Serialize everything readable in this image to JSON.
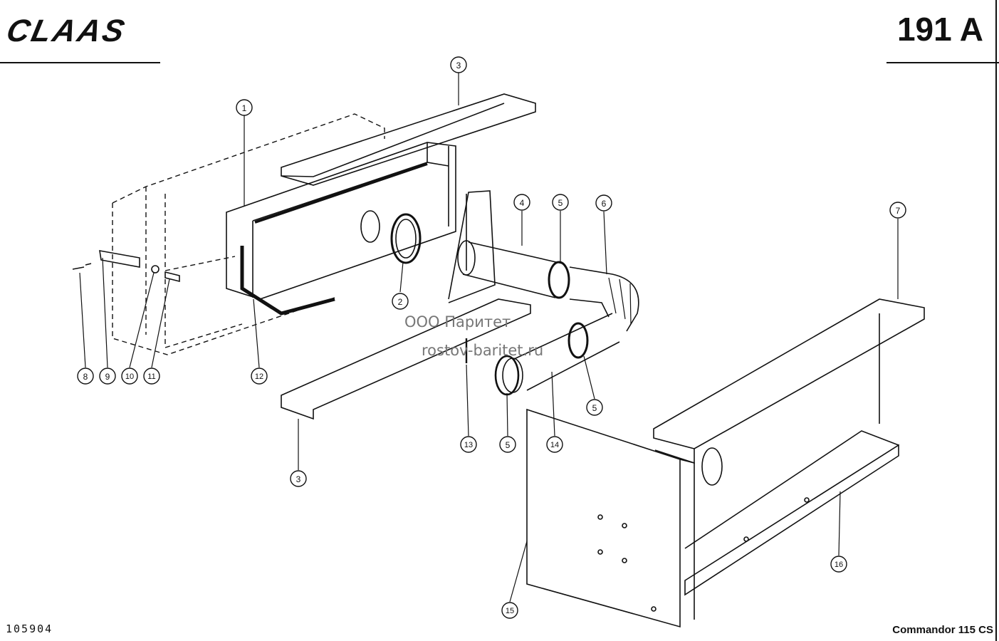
{
  "header": {
    "brand_logo_text": "CLAAS",
    "page_code": "191 A"
  },
  "footer": {
    "document_number": "105904",
    "model_name": "Commandor 115 CS"
  },
  "watermark": {
    "line1": "ООО Паритет",
    "line2": "rostov-baritet.ru"
  },
  "callouts": {
    "c1": "1",
    "c2": "2",
    "c3a": "3",
    "c3b": "3",
    "c4": "4",
    "c5a": "5",
    "c5b": "5",
    "c5c": "5",
    "c6": "6",
    "c7": "7",
    "c8": "8",
    "c9": "9",
    "c10": "10",
    "c11": "11",
    "c12": "12",
    "c13": "13",
    "c14": "14",
    "c15": "15",
    "c16": "16"
  },
  "icons": {
    "logo": "claas-logo"
  }
}
